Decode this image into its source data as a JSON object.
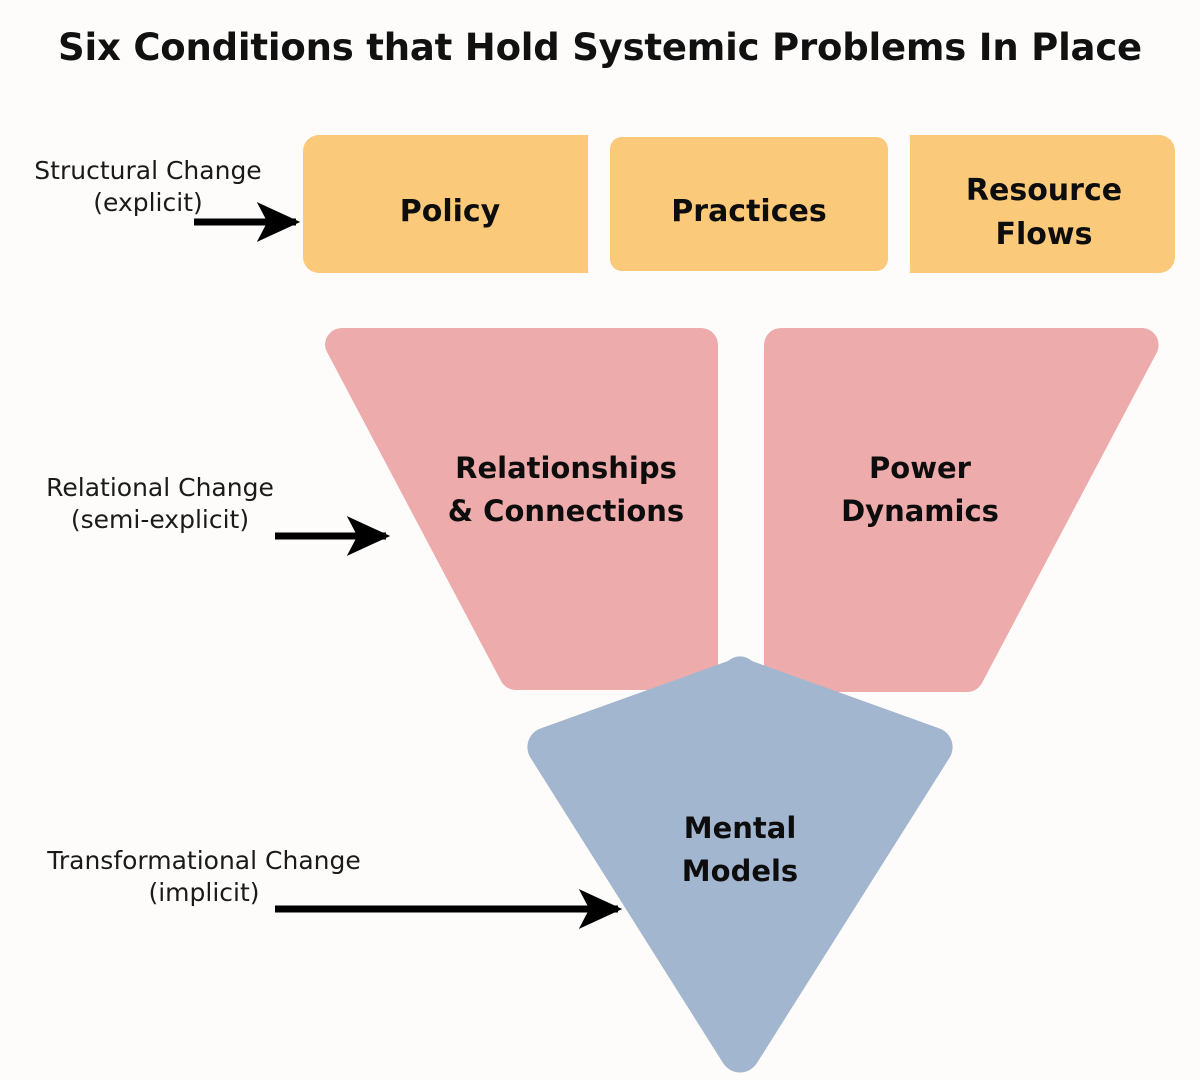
{
  "title": "Six Conditions that Hold Systemic Problems In Place",
  "background_color": "#fdfcfb",
  "levels": [
    {
      "id": "structural",
      "label_line1": "Structural Change",
      "label_line2": "(explicit)",
      "color": "#fac979",
      "conditions": [
        "Policy",
        "Practices",
        "Resource Flows"
      ]
    },
    {
      "id": "relational",
      "label_line1": "Relational Change",
      "label_line2": "(semi-explicit)",
      "color": "#eeabab",
      "conditions": [
        "Relationships & Connections",
        "Power Dynamics"
      ]
    },
    {
      "id": "transformational",
      "label_line1": "Transformational Change",
      "label_line2": "(implicit)",
      "color": "#a3b6d0",
      "conditions": [
        "Mental Models"
      ]
    }
  ],
  "shapes": {
    "policy": {
      "label": "Policy",
      "color": "#fac979"
    },
    "practices": {
      "label": "Practices",
      "color": "#fac979"
    },
    "resource_flows": {
      "label_line1": "Resource",
      "label_line2": "Flows",
      "color": "#fac979"
    },
    "relationships": {
      "label_line1": "Relationships",
      "label_line2": "& Connections",
      "color": "#eeabab"
    },
    "power_dynamics": {
      "label_line1": "Power",
      "label_line2": "Dynamics",
      "color": "#eeabab"
    },
    "mental_models": {
      "label_line1": "Mental",
      "label_line2": "Models",
      "color": "#a3b6d0"
    }
  },
  "arrows": {
    "structural": "arrow-right",
    "relational": "arrow-right",
    "transformational": "arrow-right"
  }
}
